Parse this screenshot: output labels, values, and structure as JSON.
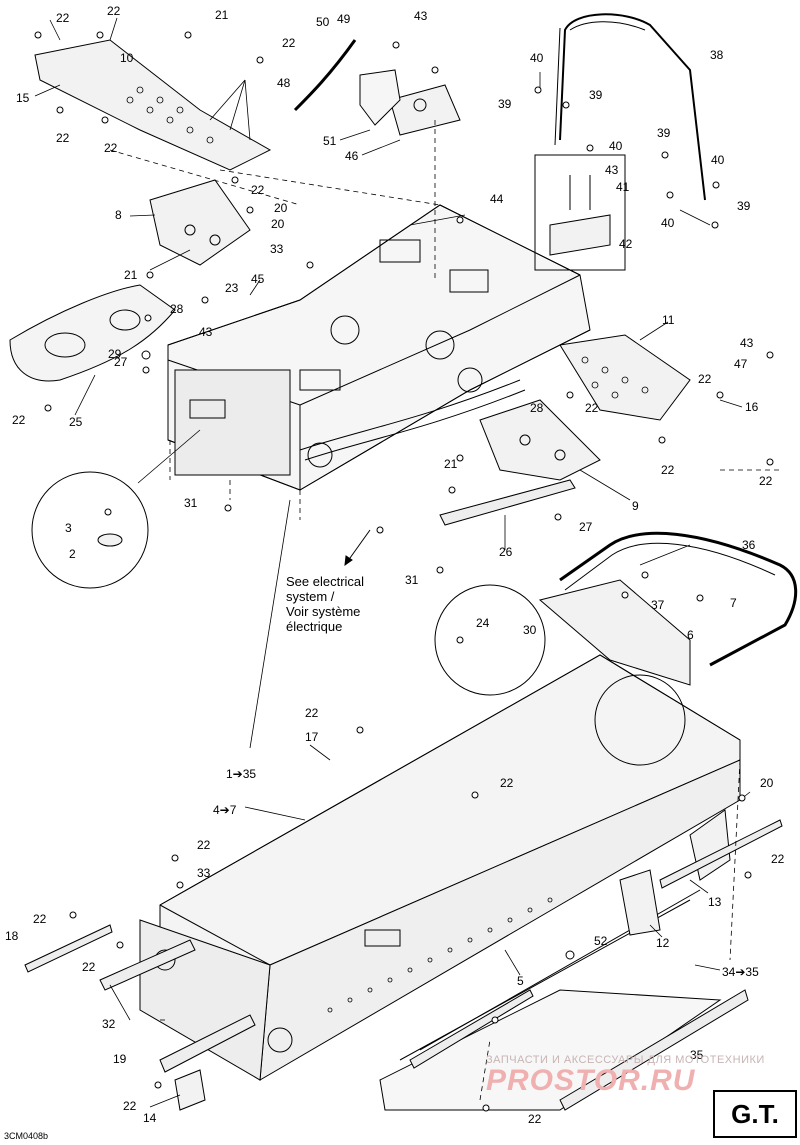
{
  "callouts": [
    {
      "id": "c1",
      "text": "22"
    },
    {
      "id": "c2",
      "text": "22"
    },
    {
      "id": "c3",
      "text": "21"
    },
    {
      "id": "c4",
      "text": "50"
    },
    {
      "id": "c5",
      "text": "49"
    },
    {
      "id": "c6",
      "text": "43"
    },
    {
      "id": "c7",
      "text": "22"
    },
    {
      "id": "c8",
      "text": "10"
    },
    {
      "id": "c9",
      "text": "15"
    },
    {
      "id": "c10",
      "text": "48"
    },
    {
      "id": "c11",
      "text": "22"
    },
    {
      "id": "c12",
      "text": "22"
    },
    {
      "id": "c13",
      "text": "51"
    },
    {
      "id": "c14",
      "text": "46"
    },
    {
      "id": "c15",
      "text": "40"
    },
    {
      "id": "c16",
      "text": "38"
    },
    {
      "id": "c17",
      "text": "39"
    },
    {
      "id": "c18",
      "text": "39"
    },
    {
      "id": "c19",
      "text": "40"
    },
    {
      "id": "c20",
      "text": "39"
    },
    {
      "id": "c21",
      "text": "40"
    },
    {
      "id": "c22",
      "text": "43"
    },
    {
      "id": "c23",
      "text": "41"
    },
    {
      "id": "c24",
      "text": "40"
    },
    {
      "id": "c25",
      "text": "39"
    },
    {
      "id": "c26",
      "text": "42"
    },
    {
      "id": "c27",
      "text": "22"
    },
    {
      "id": "c28",
      "text": "8"
    },
    {
      "id": "c29",
      "text": "20"
    },
    {
      "id": "c30",
      "text": "44"
    },
    {
      "id": "c31",
      "text": "20"
    },
    {
      "id": "c32",
      "text": "33"
    },
    {
      "id": "c33",
      "text": "45"
    },
    {
      "id": "c34",
      "text": "21"
    },
    {
      "id": "c35",
      "text": "23"
    },
    {
      "id": "c36",
      "text": "28"
    },
    {
      "id": "c37",
      "text": "43"
    },
    {
      "id": "c38",
      "text": "29"
    },
    {
      "id": "c39",
      "text": "27"
    },
    {
      "id": "c40",
      "text": "22"
    },
    {
      "id": "c41",
      "text": "25"
    },
    {
      "id": "c42",
      "text": "11"
    },
    {
      "id": "c43",
      "text": "43"
    },
    {
      "id": "c44",
      "text": "47"
    },
    {
      "id": "c45",
      "text": "22"
    },
    {
      "id": "c46",
      "text": "16"
    },
    {
      "id": "c47",
      "text": "22"
    },
    {
      "id": "c48",
      "text": "28"
    },
    {
      "id": "c49",
      "text": "22"
    },
    {
      "id": "c50",
      "text": "21"
    },
    {
      "id": "c51",
      "text": "22"
    },
    {
      "id": "c52",
      "text": "9"
    },
    {
      "id": "c53",
      "text": "3"
    },
    {
      "id": "c54",
      "text": "2"
    },
    {
      "id": "c55",
      "text": "31"
    },
    {
      "id": "c56",
      "text": "27"
    },
    {
      "id": "c57",
      "text": "26"
    },
    {
      "id": "c58",
      "text": "31"
    },
    {
      "id": "c59",
      "text": "36"
    },
    {
      "id": "c60",
      "text": "37"
    },
    {
      "id": "c61",
      "text": "7"
    },
    {
      "id": "c62",
      "text": "24"
    },
    {
      "id": "c63",
      "text": "30"
    },
    {
      "id": "c64",
      "text": "6"
    },
    {
      "id": "c65",
      "text": "22"
    },
    {
      "id": "c66",
      "text": "17"
    },
    {
      "id": "c67",
      "text": "1➔35"
    },
    {
      "id": "c68",
      "text": "22"
    },
    {
      "id": "c69",
      "text": "4➔7"
    },
    {
      "id": "c70",
      "text": "20"
    },
    {
      "id": "c71",
      "text": "22"
    },
    {
      "id": "c72",
      "text": "33"
    },
    {
      "id": "c73",
      "text": "22"
    },
    {
      "id": "c74",
      "text": "13"
    },
    {
      "id": "c75",
      "text": "22"
    },
    {
      "id": "c76",
      "text": "18"
    },
    {
      "id": "c77",
      "text": "22"
    },
    {
      "id": "c78",
      "text": "12"
    },
    {
      "id": "c79",
      "text": "52"
    },
    {
      "id": "c80",
      "text": "34➔35"
    },
    {
      "id": "c81",
      "text": "5"
    },
    {
      "id": "c82",
      "text": "32"
    },
    {
      "id": "c83",
      "text": "19"
    },
    {
      "id": "c84",
      "text": "35"
    },
    {
      "id": "c85",
      "text": "22"
    },
    {
      "id": "c86",
      "text": "14"
    },
    {
      "id": "c87",
      "text": "22"
    }
  ],
  "note": {
    "line1": "See electrical",
    "line2": "system /",
    "line3": "Voir système",
    "line4": "électrique"
  },
  "reference": "3CM0408b",
  "badge": "G.T.",
  "watermark": {
    "tagline": "ЗАПЧАСТИ И АКСЕССУАРЫ ДЛЯ МОТОТЕХНИКИ",
    "logo": "PROSTOR.RU"
  },
  "colors": {
    "ink": "#000000",
    "paper": "#ffffff",
    "watermark": "#f0b0b0"
  }
}
